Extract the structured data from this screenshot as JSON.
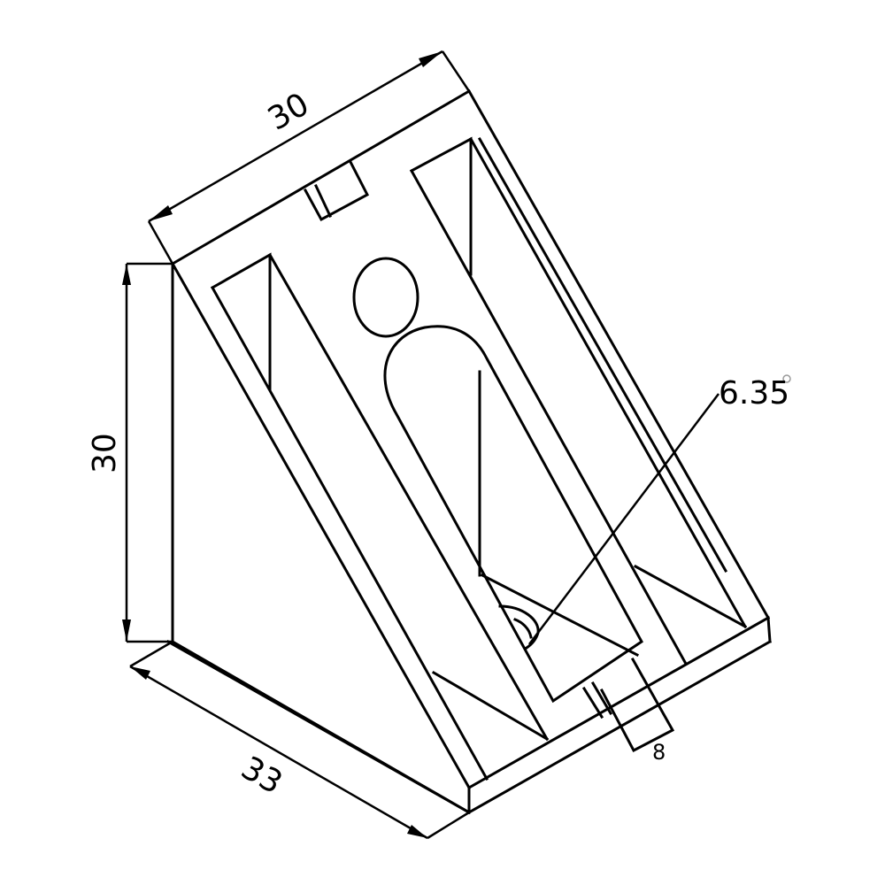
{
  "drawing": {
    "subject": "Isometric corner bracket",
    "colors": {
      "line": "#000000",
      "background": "#ffffff"
    },
    "dimensions": {
      "top_width": "30",
      "left_height": "30",
      "bottom_length": "33",
      "hole_diameter": "6.35",
      "tab_width": "8"
    }
  }
}
